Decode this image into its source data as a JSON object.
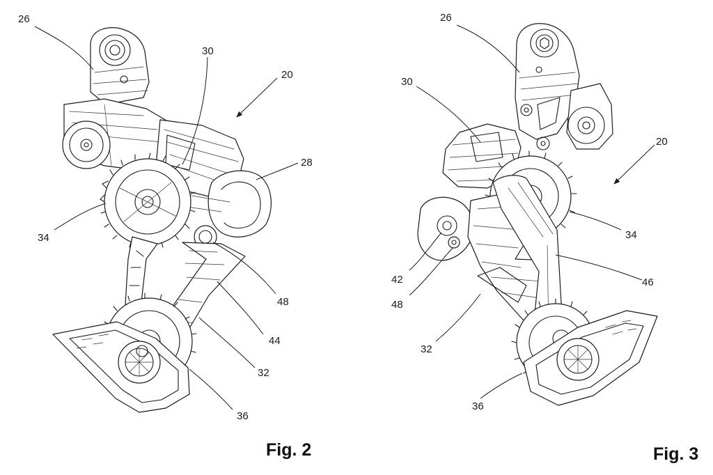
{
  "figures": [
    {
      "caption": "Fig. 2",
      "labels": [
        "26",
        "30",
        "20",
        "28",
        "34",
        "48",
        "44",
        "32",
        "36"
      ]
    },
    {
      "caption": "Fig. 3",
      "labels": [
        "26",
        "30",
        "20",
        "34",
        "42",
        "48",
        "46",
        "32",
        "36"
      ]
    }
  ]
}
